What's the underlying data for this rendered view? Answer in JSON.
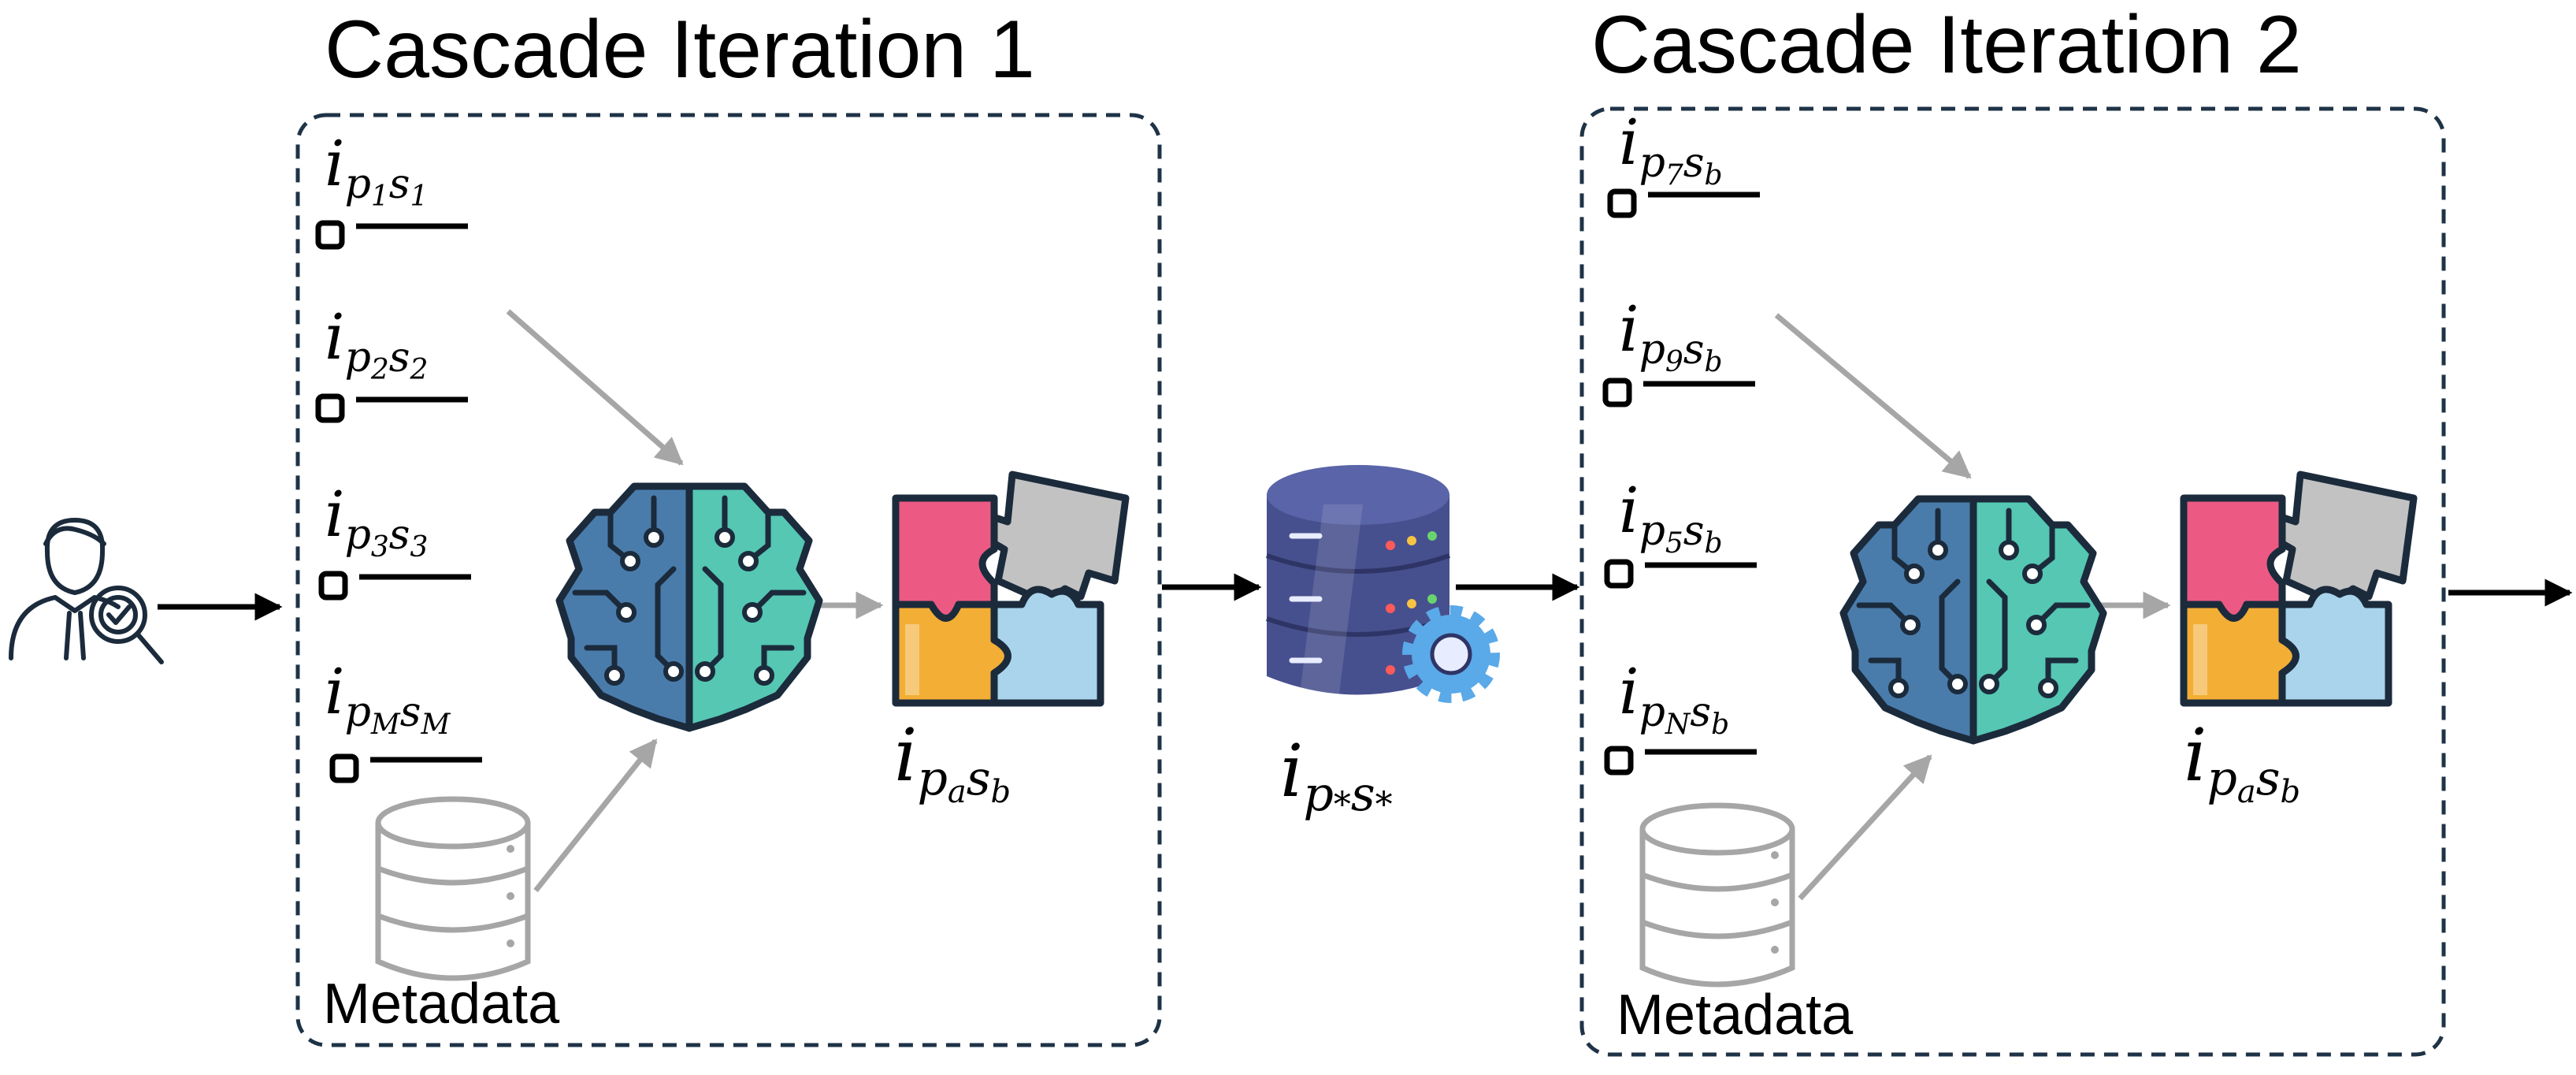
{
  "iterations": [
    {
      "title": "Cascade Iteration 1",
      "items": [
        {
          "base": "i",
          "sub": "p",
          "s1": "1",
          "mid": "s",
          "s2": "1"
        },
        {
          "base": "i",
          "sub": "p",
          "s1": "2",
          "mid": "s",
          "s2": "2"
        },
        {
          "base": "i",
          "sub": "p",
          "s1": "3",
          "mid": "s",
          "s2": "3"
        },
        {
          "base": "i",
          "sub": "p",
          "s1": "M",
          "mid": "s",
          "s2": "M"
        }
      ],
      "metadata_label": "Metadata",
      "output": {
        "base": "i",
        "sub": "p",
        "s1": "a",
        "mid": "s",
        "s2": "b"
      }
    },
    {
      "title": "Cascade Iteration 2",
      "items": [
        {
          "base": "i",
          "sub": "p",
          "s1": "7",
          "mid": "s",
          "s2": "b"
        },
        {
          "base": "i",
          "sub": "p",
          "s1": "9",
          "mid": "s",
          "s2": "b"
        },
        {
          "base": "i",
          "sub": "p",
          "s1": "5",
          "mid": "s",
          "s2": "b"
        },
        {
          "base": "i",
          "sub": "p",
          "s1": "N",
          "mid": "s",
          "s2": "b"
        }
      ],
      "metadata_label": "Metadata",
      "output": {
        "base": "i",
        "sub": "p",
        "s1": "a",
        "mid": "s",
        "s2": "b"
      }
    }
  ],
  "database_label": {
    "base": "i",
    "sub": "p",
    "s1": "*",
    "mid": "s",
    "s2": "*"
  },
  "colors": {
    "box_border": "#1f3347",
    "arrow_gray": "#a6a6a6",
    "brain_left": "#4a7cab",
    "brain_right": "#55c7b3",
    "puzzle_pink": "#ec5a84",
    "puzzle_orange": "#f3ae35",
    "puzzle_blue": "#a9d4ec",
    "puzzle_gray": "#c2c2c2",
    "db_body": "#47508e",
    "gear_blue": "#5aa9e8"
  },
  "icons": [
    "user-search-icon",
    "brain-circuit-icon",
    "puzzle-icon",
    "database-icon",
    "gear-icon",
    "checkbox-icon"
  ]
}
